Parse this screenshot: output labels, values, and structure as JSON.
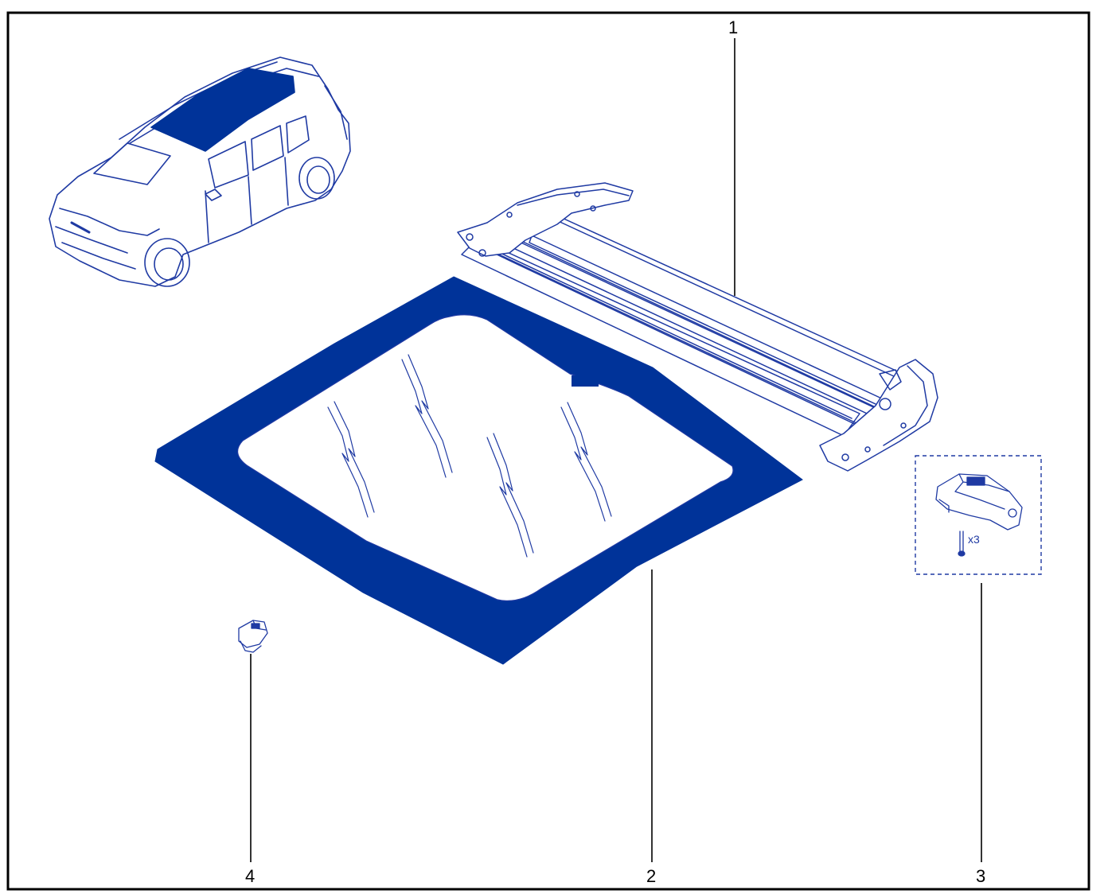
{
  "colors": {
    "line_art": "#1f3aa3",
    "fill_dark": "#003399",
    "glass_light": "#f4f6fd",
    "leader": "#000000",
    "frame": "#000000"
  },
  "callouts": [
    {
      "id": "1",
      "label": "1",
      "part": "sunroof-blind-mechanism"
    },
    {
      "id": "2",
      "label": "2",
      "part": "sunroof-glass-panel"
    },
    {
      "id": "3",
      "label": "3",
      "part": "sunroof-motor-kit"
    },
    {
      "id": "4",
      "label": "4",
      "part": "roof-switch"
    }
  ],
  "motor_kit": {
    "screw_quantity": "x3"
  },
  "icons": [
    "vehicle-overview-icon",
    "blind-mechanism-icon",
    "glass-panel-icon",
    "motor-icon",
    "screw-icon",
    "switch-icon"
  ]
}
